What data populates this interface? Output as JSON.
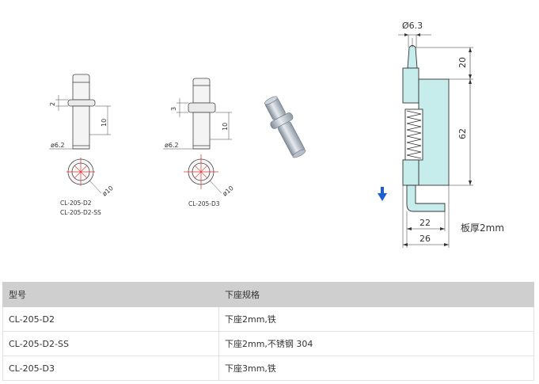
{
  "drawings": {
    "d2": {
      "codes": [
        "CL-205-D2",
        "CL-205-D2-SS"
      ],
      "dims": {
        "collar": "2",
        "length": "10",
        "dia": "ø6.2",
        "head": "ø10"
      }
    },
    "d3": {
      "codes": [
        "CL-205-D3"
      ],
      "dims": {
        "collar": "3",
        "length": "10",
        "dia": "ø6.2",
        "head": "ø10"
      }
    },
    "assembly": {
      "pin_dia": "Ø6.3",
      "dim_top": "20",
      "dim_body": "62",
      "dim_hook": "22",
      "dim_width": "26",
      "plate_note": "板厚2mm",
      "arrow_color": "#1a5fd6"
    }
  },
  "table": {
    "headers": [
      "型号",
      "下座规格"
    ],
    "rows": [
      [
        "CL-205-D2",
        "下座2mm,铁"
      ],
      [
        "CL-205-D2-SS",
        "下座2mm,不锈钢 304"
      ],
      [
        "CL-205-D3",
        "下座3mm,铁"
      ]
    ]
  }
}
